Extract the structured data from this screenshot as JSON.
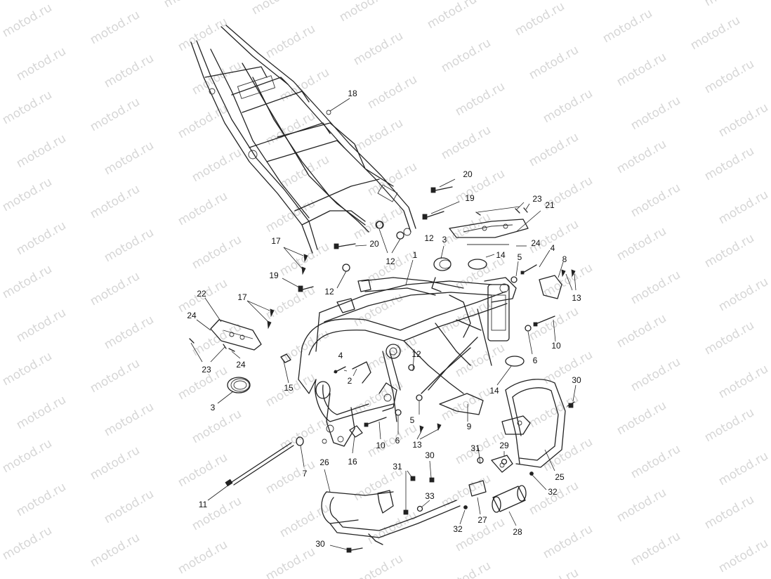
{
  "watermark": {
    "text": "motod.ru"
  },
  "callouts": {
    "c18": "18",
    "c20a": "20",
    "c19a": "19",
    "c23a": "23",
    "c21": "21",
    "c24a": "24",
    "c12a": "12",
    "c20b": "20",
    "c17a": "17",
    "c12b": "12",
    "c1": "1",
    "c3a": "3",
    "c14a": "14",
    "c5a": "5",
    "c4a": "4",
    "c8": "8",
    "c13a": "13",
    "c19b": "19",
    "c12c": "12",
    "c22": "22",
    "c17b": "17",
    "c24b": "24",
    "c23b": "23",
    "c24c": "24",
    "c4b": "4",
    "c2": "2",
    "c15": "15",
    "c3b": "3",
    "c12d": "12",
    "c6a": "6",
    "c10a": "10",
    "c14b": "14",
    "c30a": "30",
    "c9": "9",
    "c5b": "5",
    "c13b": "13",
    "c10b": "10",
    "c6b": "6",
    "c16": "16",
    "c7": "7",
    "c31a": "31",
    "c29": "29",
    "c25": "25",
    "c32a": "32",
    "c11": "11",
    "c26": "26",
    "c31b": "31",
    "c30b": "30",
    "c33": "33",
    "c27": "27",
    "c32b": "32",
    "c28": "28",
    "c30c": "30"
  }
}
